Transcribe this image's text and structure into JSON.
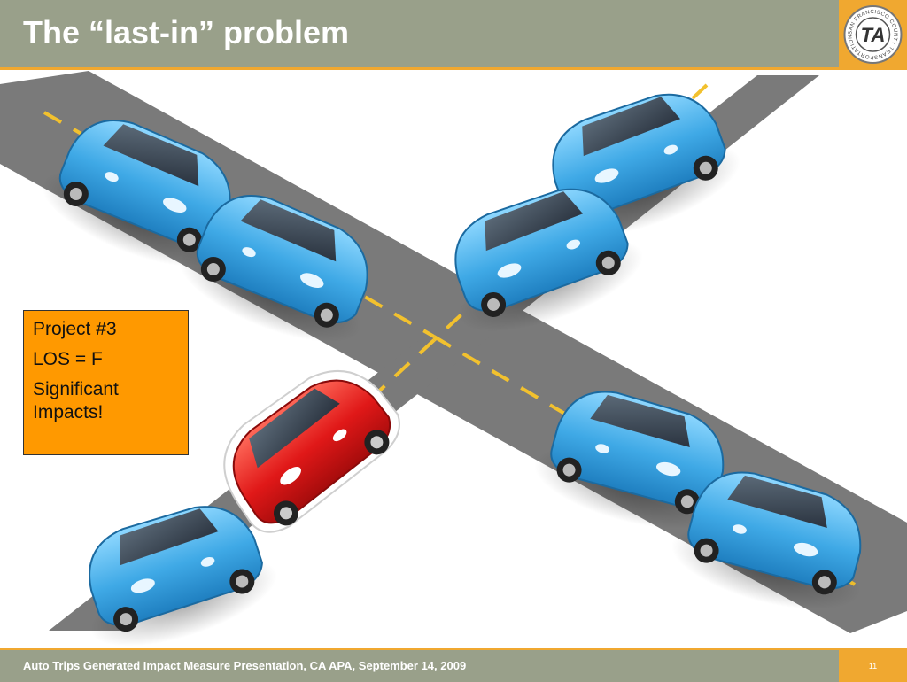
{
  "slide": {
    "title": "The “last-in” problem",
    "logo": {
      "icon": "sfcta-logo-icon",
      "ring_text": "SAN FRANCISCO COUNTY TRANSPORTATION AUTHORITY",
      "monogram": "TA"
    },
    "callout": {
      "lines": [
        "Project #3",
        "LOS = F",
        "Significant Impacts!"
      ]
    },
    "footer": {
      "text": "Auto Trips Generated Impact Measure Presentation, CA APA, September 14, 2009",
      "page_number": "11"
    }
  },
  "colors": {
    "header_bg": "#99a08a",
    "accent": "#f0a830",
    "callout_bg": "#ff9900",
    "road": "#7a7a7a",
    "lane_marking": "#f2c12e",
    "car_blue": "#4fb5e8",
    "car_red": "#e01818"
  },
  "icons": {
    "blue_car": "blue-car-icon",
    "red_car": "red-car-icon"
  }
}
